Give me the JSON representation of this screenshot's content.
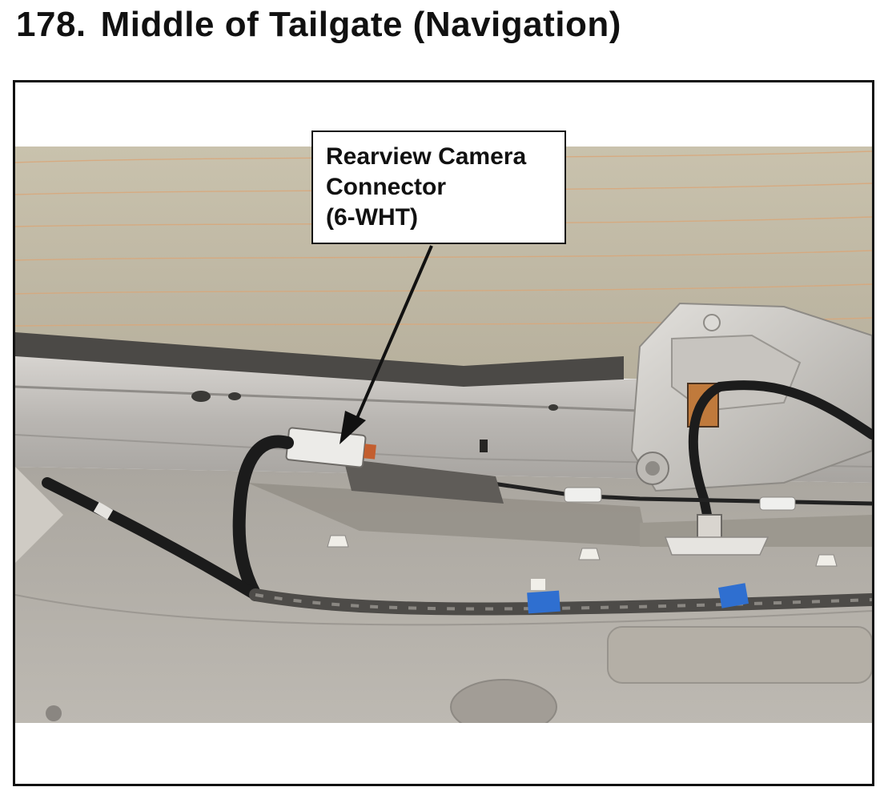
{
  "heading": {
    "number": "178.",
    "title": "Middle of Tailgate (Navigation)"
  },
  "callout": {
    "lines": [
      "Rearview Camera",
      "Connector",
      "(6-WHT)"
    ]
  },
  "photo": {
    "subject": "tailgate-interior-photo"
  }
}
